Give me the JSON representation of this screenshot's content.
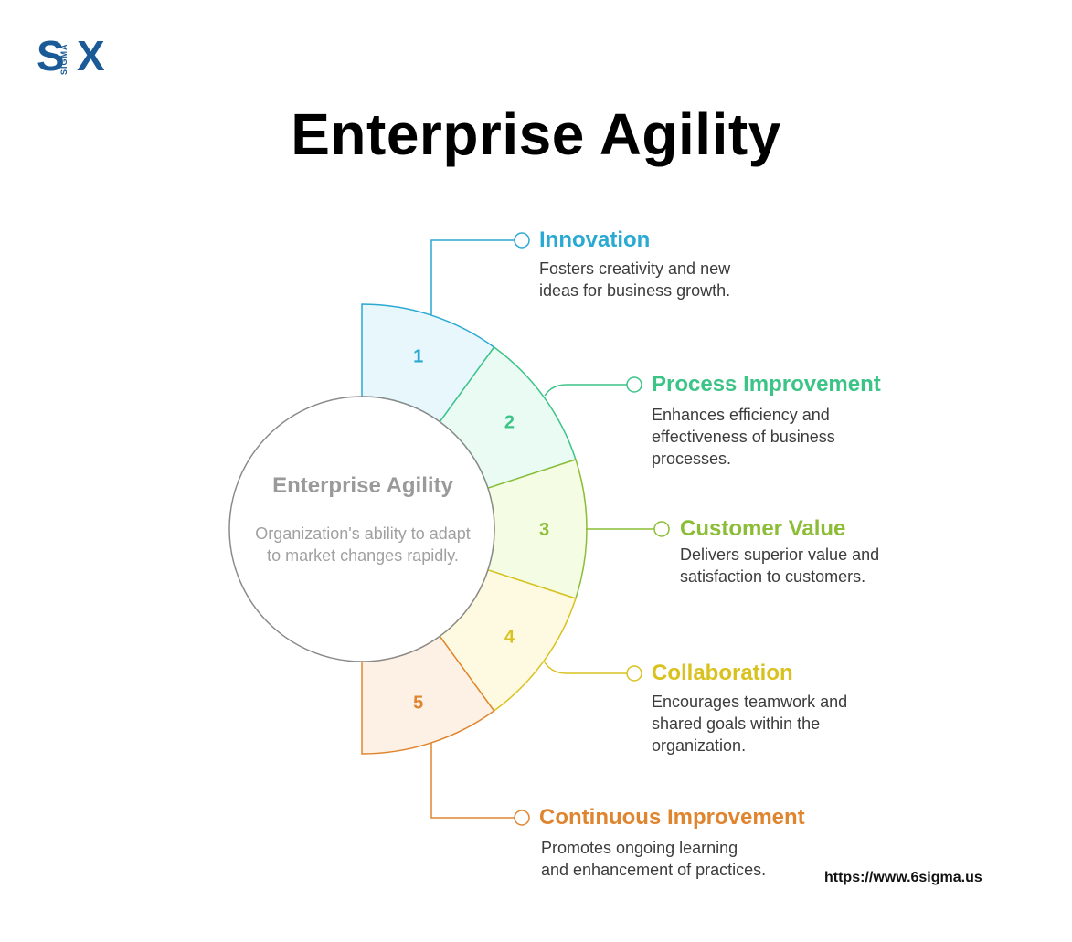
{
  "logo": {
    "s": "S",
    "x": "X",
    "sigma": "SIGMA"
  },
  "title": "Enterprise Agility",
  "center": {
    "title": "Enterprise Agility",
    "description": "Organization's ability to adapt to market changes rapidly."
  },
  "items": [
    {
      "number": "1",
      "title": "Innovation",
      "description": "Fosters creativity and new ideas for business growth.",
      "color": "#2aa9d2",
      "fill": "#e8f7fc"
    },
    {
      "number": "2",
      "title": "Process Improvement",
      "description": "Enhances efficiency and effectiveness of business processes.",
      "color": "#3cc487",
      "fill": "#e9fbf3"
    },
    {
      "number": "3",
      "title": "Customer Value",
      "description": "Delivers superior value and satisfaction to customers.",
      "color": "#8cbd36",
      "fill": "#f4fce4"
    },
    {
      "number": "4",
      "title": "Collaboration",
      "description": "Encourages teamwork and shared goals within the organization.",
      "color": "#d9c21f",
      "fill": "#fefae2"
    },
    {
      "number": "5",
      "title": "Continuous Improvement",
      "description": "Promotes ongoing learning and enhancement of practices.",
      "color": "#e0852f",
      "fill": "#fdf1e6"
    }
  ],
  "url": "https://www.6sigma.us"
}
